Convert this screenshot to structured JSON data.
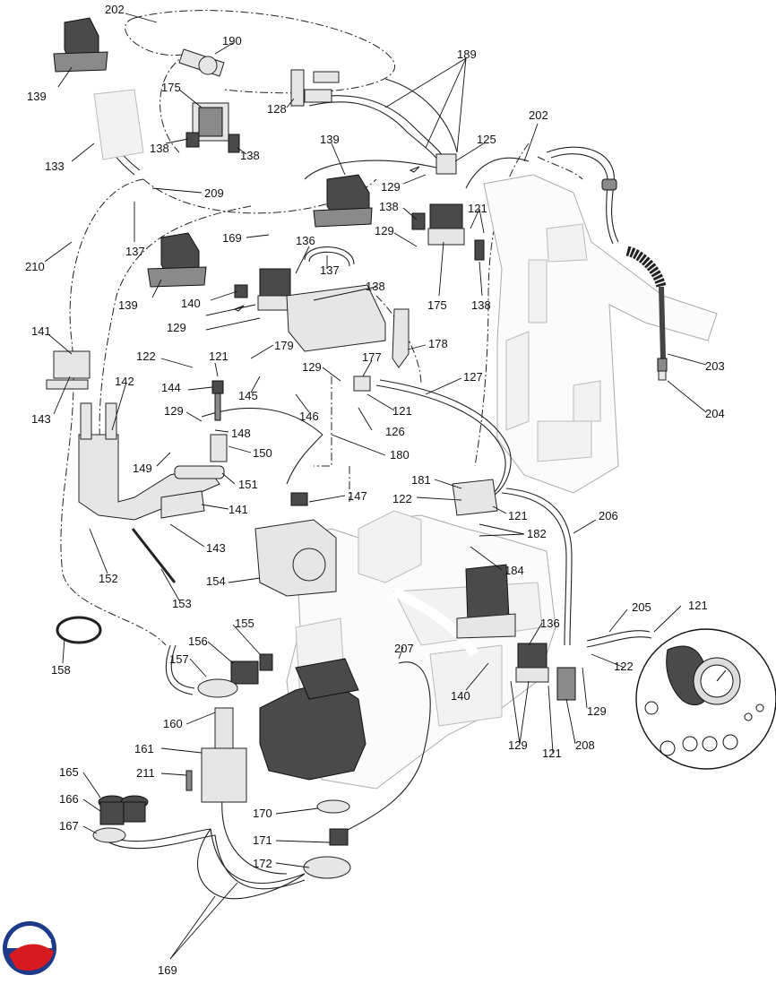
{
  "labels": [
    "202",
    "190",
    "189",
    "139",
    "175",
    "128",
    "138",
    "138",
    "133",
    "125",
    "202",
    "139",
    "129",
    "209",
    "138",
    "121",
    "137",
    "169",
    "136",
    "129",
    "137",
    "210",
    "139",
    "140",
    "138",
    "175",
    "138",
    "129",
    "178",
    "141",
    "179",
    "122",
    "121",
    "144",
    "129",
    "177",
    "127",
    "143",
    "145",
    "146",
    "121",
    "142",
    "129",
    "148",
    "126",
    "150",
    "180",
    "149",
    "151",
    "181",
    "122",
    "121",
    "147",
    "141",
    "206",
    "182",
    "143",
    "184",
    "152",
    "153",
    "154",
    "155",
    "156",
    "205",
    "121",
    "136",
    "158",
    "157",
    "207",
    "122",
    "140",
    "160",
    "129",
    "208",
    "161",
    "129",
    "121",
    "211",
    "165",
    "166",
    "170",
    "167",
    "171",
    "172",
    "169",
    "203",
    "204"
  ],
  "icons": [
    "manufacturer-logo-icon",
    "control-panel-detail-icon"
  ]
}
